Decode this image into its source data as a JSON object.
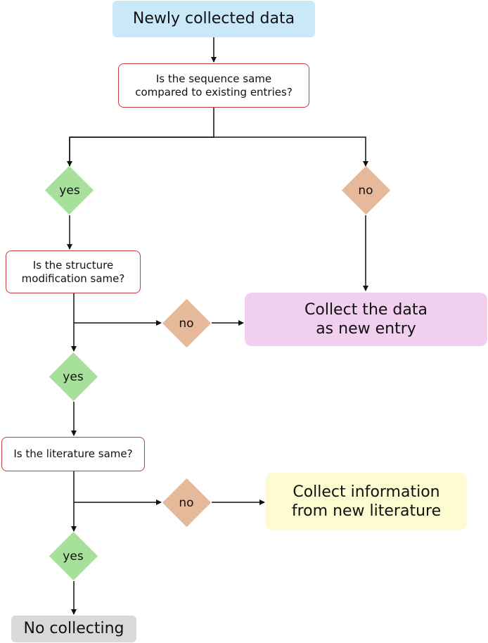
{
  "nodes": {
    "start": "Newly collected data",
    "q_sequence": [
      "Is the sequence same",
      "compared to existing entries?"
    ],
    "q_structure": [
      "Is the structure",
      "modification same?"
    ],
    "q_literature": "Is the literature same?",
    "collect_new_entry": [
      "Collect the data",
      "as new entry"
    ],
    "collect_new_literature": [
      "Collect information",
      "from new literature"
    ],
    "no_collecting": "No collecting"
  },
  "decisions": {
    "yes_1": "yes",
    "no_1": "no",
    "yes_2": "yes",
    "no_2": "no",
    "yes_3": "yes",
    "no_3": "no"
  },
  "colors": {
    "start": "#c9e9f9",
    "question_border": "#c23a3a",
    "yes": "#a7e09a",
    "no": "#e6b99b",
    "collect_new_entry": "#f1cfee",
    "collect_new_literature": "#fdfbd0",
    "no_collecting": "#d9d9d9"
  }
}
